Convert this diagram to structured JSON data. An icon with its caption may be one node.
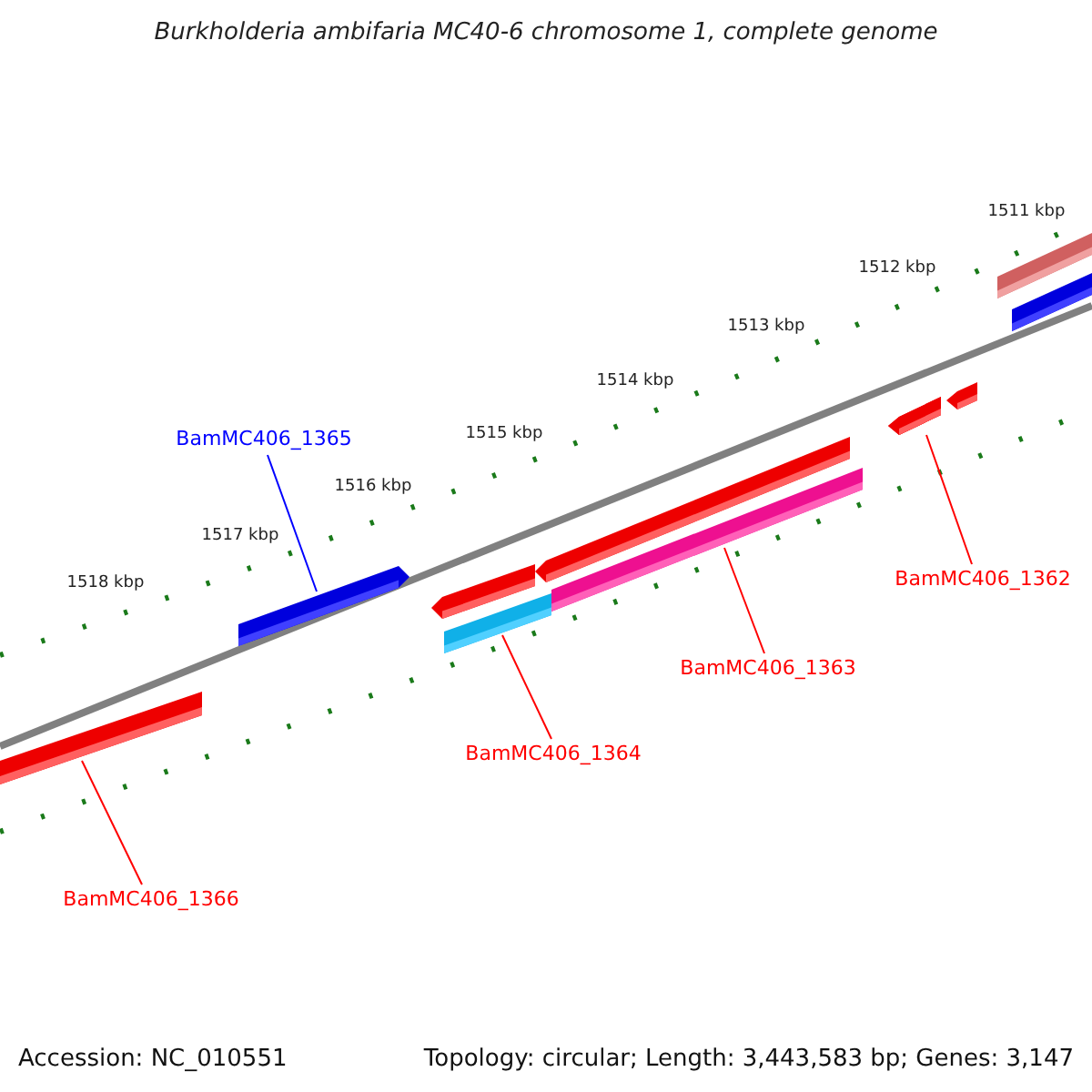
{
  "diagram": {
    "title": "Burkholderia ambifaria MC40-6 chromosome 1, complete genome",
    "nodes": [
      {
        "text": [
          "BamMC406_1365"
        ]
      },
      {
        "text": [],
        "shape": "bar"
      },
      {
        "text": [
          "BamMC406_1362"
        ]
      },
      {
        "text": [],
        "shape": "bar"
      },
      {
        "text": [
          "BamMC406_1363"
        ]
      },
      {
        "text": [],
        "shape": "bar"
      },
      {
        "text": [
          "BamMC406_1364"
        ]
      },
      {
        "text": [],
        "shape": "bar"
      },
      {
        "text": [
          "BamMC406_1366"
        ]
      },
      {
        "text": [],
        "shape": "bar"
      }
    ],
    "edges": [
      {
        "from": 0,
        "to": 1,
        "arrow": "none",
        "color": "#0000ff"
      },
      {
        "from": 2,
        "to": 3,
        "arrow": "none"
      },
      {
        "from": 4,
        "to": 5,
        "arrow": "none"
      },
      {
        "from": 6,
        "to": 7,
        "arrow": "none"
      },
      {
        "from": 8,
        "to": 9,
        "arrow": "none"
      }
    ],
    "labels": [
      "1511 kbp",
      "1512 kbp",
      "1513 kbp",
      "1514 kbp",
      "1515 kbp",
      "1516 kbp",
      "1517 kbp",
      "1518 kbp",
      "Accession: NC_010551",
      "Topology: circular; Length: 3,443,583 bp; Genes: 3,147"
    ]
  }
}
